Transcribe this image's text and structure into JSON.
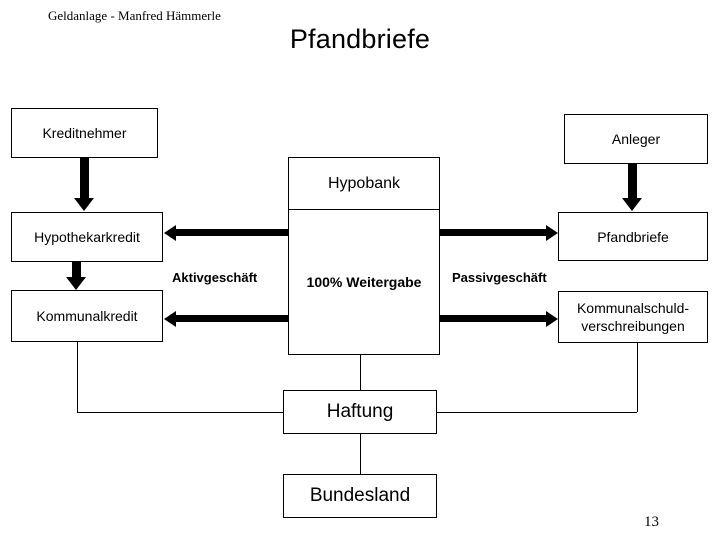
{
  "header": {
    "author_line": "Geldanlage - Manfred Hämmerle"
  },
  "title": "Pfandbriefe",
  "page_number": "13",
  "diagram": {
    "type": "flow-diagram",
    "boxes": {
      "kreditnehmer": "Kreditnehmer",
      "hypothekarkredit": "Hypothekarkredit",
      "kommunalkredit": "Kommunalkredit",
      "anleger": "Anleger",
      "pfandbriefe": "Pfandbriefe",
      "kommunalschuldverschreibungen_line1": "Kommunalschuld-",
      "kommunalschuldverschreibungen_line2": "verschreibungen",
      "hypobank_header": "Hypobank",
      "hypobank_body": "100% Weitergabe",
      "haftung": "Haftung",
      "bundesland": "Bundesland"
    },
    "labels": {
      "aktivgeschaeft": "Aktivgeschäft",
      "passivgeschaeft": "Passivgeschäft"
    },
    "colors": {
      "stroke": "#000000",
      "fill": "#ffffff"
    }
  }
}
